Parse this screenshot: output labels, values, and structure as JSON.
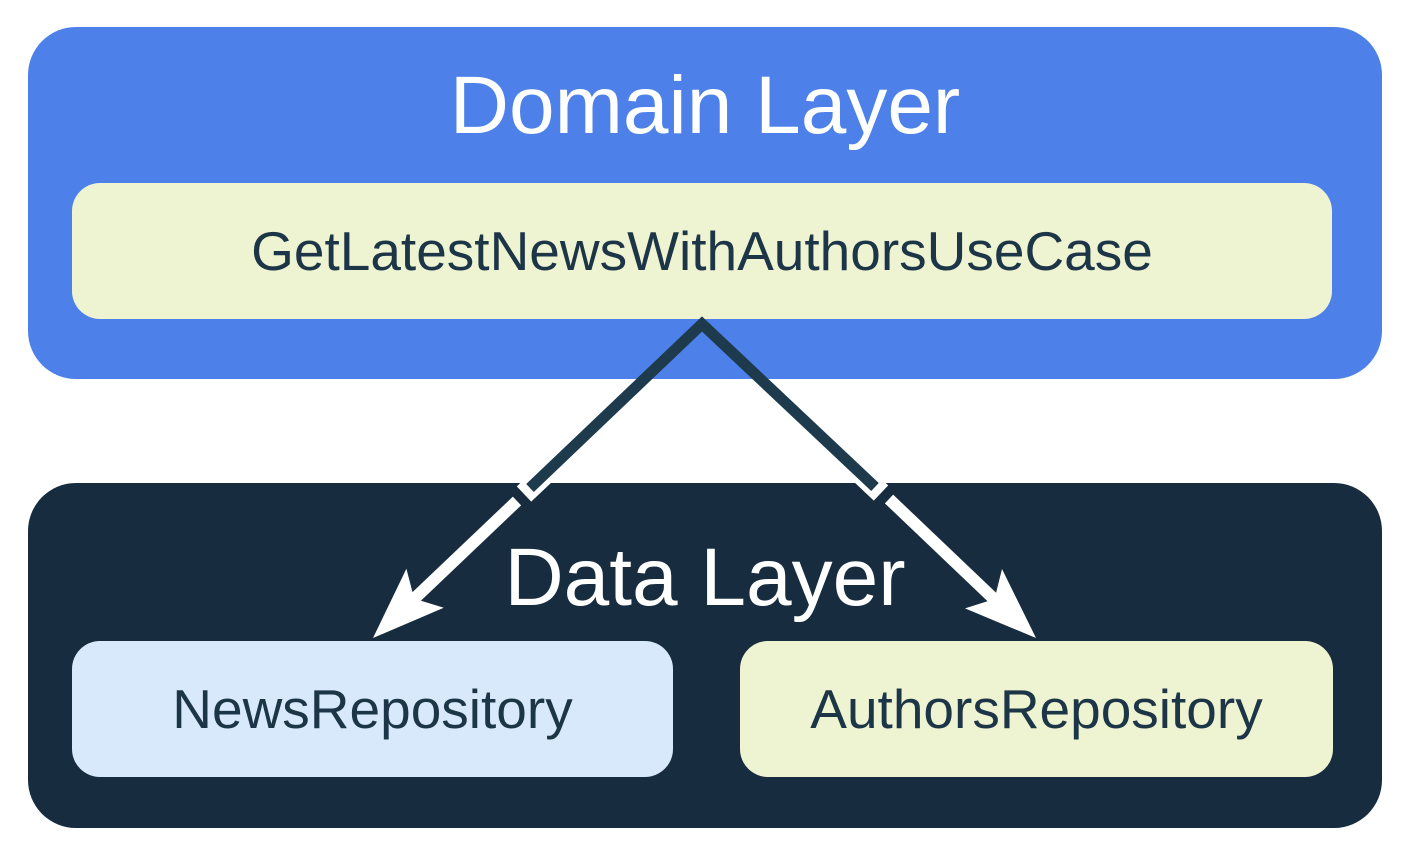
{
  "diagram": {
    "name": "architecture-layers-diagram",
    "domain_layer": {
      "title": "Domain Layer",
      "usecase": {
        "label": "GetLatestNewsWithAuthorsUseCase"
      }
    },
    "data_layer": {
      "title": "Data Layer",
      "repos": [
        {
          "label": "NewsRepository"
        },
        {
          "label": "AuthorsRepository"
        }
      ]
    },
    "arrows": {
      "from": "GetLatestNewsWithAuthorsUseCase",
      "to": [
        "NewsRepository",
        "AuthorsRepository"
      ]
    }
  },
  "colors": {
    "page_bg": "#FFFFFF",
    "layer_blue": "#4D81E9",
    "pale_lime": "#EEF3D2",
    "light_blue": "#D9E9FC",
    "dark_navy": "#172C3E",
    "ink": "#1D3647",
    "arrow_dark": "#1E3A4D",
    "arrow_light": "#FFFFFF"
  }
}
